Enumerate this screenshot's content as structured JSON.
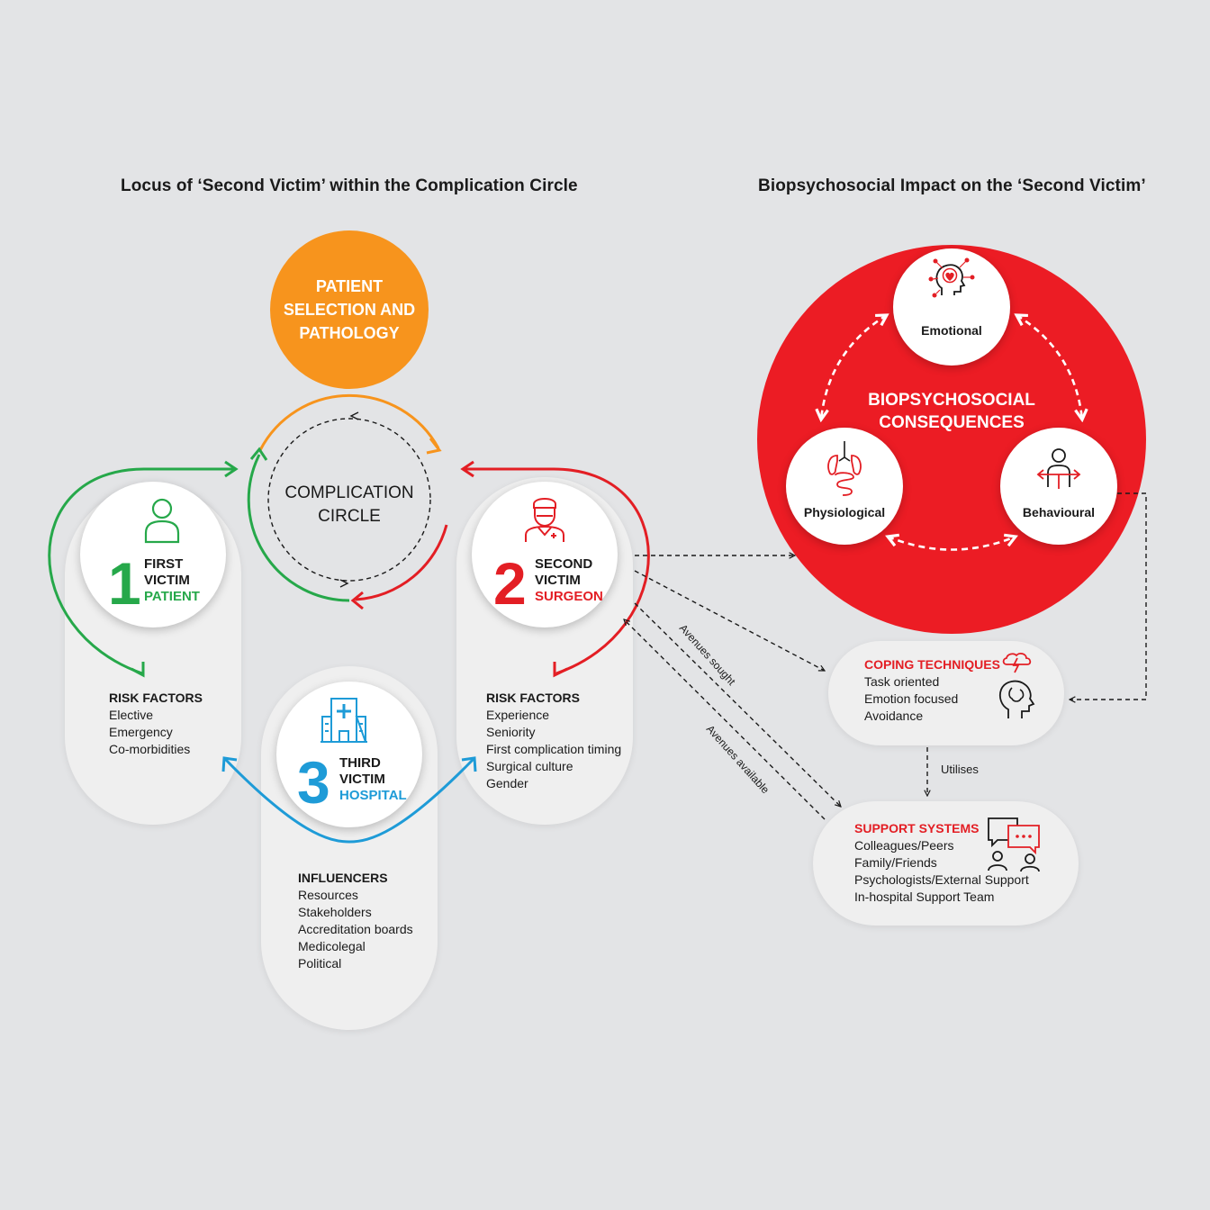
{
  "headings": {
    "left": "Locus of ‘Second Victim’ within the Complication Circle",
    "right": "Biopsychosocial Impact on the ‘Second Victim’"
  },
  "patient_selection": {
    "lines": [
      "PATIENT",
      "SELECTION AND",
      "PATHOLOGY"
    ]
  },
  "complication_circle": {
    "lines": [
      "COMPLICATION",
      "CIRCLE"
    ]
  },
  "victims": {
    "first": {
      "number": "1",
      "word1": "FIRST",
      "word2": "VICTIM",
      "role": "PATIENT",
      "color": "#26a84a",
      "icon": "person-icon"
    },
    "second": {
      "number": "2",
      "word1": "SECOND",
      "word2": "VICTIM",
      "role": "SURGEON",
      "color": "#e31e24",
      "icon": "surgeon-icon"
    },
    "third": {
      "number": "3",
      "word1": "THIRD",
      "word2": "VICTIM",
      "role": "HOSPITAL",
      "color": "#1e9bd7",
      "icon": "hospital-icon"
    }
  },
  "risk_first": {
    "title": "RISK FACTORS",
    "items": [
      "Elective",
      "Emergency",
      "Co-morbidities"
    ]
  },
  "risk_second": {
    "title": "RISK FACTORS",
    "items": [
      "Experience",
      "Seniority",
      "First complication timing",
      "Surgical culture",
      "Gender"
    ]
  },
  "influencers": {
    "title": "INFLUENCERS",
    "items": [
      "Resources",
      "Stakeholders",
      "Accreditation boards",
      "Medicolegal",
      "Political"
    ]
  },
  "biopsychosocial": {
    "lines": [
      "BIOPSYCHOSOCIAL",
      "CONSEQUENCES"
    ],
    "emotional": "Emotional",
    "physiological": "Physiological",
    "behavioural": "Behavioural",
    "color": "#ec1c24"
  },
  "coping": {
    "title": "COPING TECHNIQUES",
    "items": [
      "Task oriented",
      "Emotion focused",
      "Avoidance"
    ]
  },
  "support": {
    "title": "SUPPORT SYSTEMS",
    "items": [
      "Colleagues/Peers",
      "Family/Friends",
      "Psychologists/External Support",
      "In-hospital Support Team"
    ]
  },
  "arrow_labels": {
    "avenues_sought": "Avenues sought",
    "avenues_available": "Avenues available",
    "utilises": "Utilises"
  },
  "colors": {
    "orange": "#f7941d",
    "green": "#26a84a",
    "red": "#e31e24",
    "blue": "#1e9bd7",
    "background": "#e3e4e6"
  }
}
